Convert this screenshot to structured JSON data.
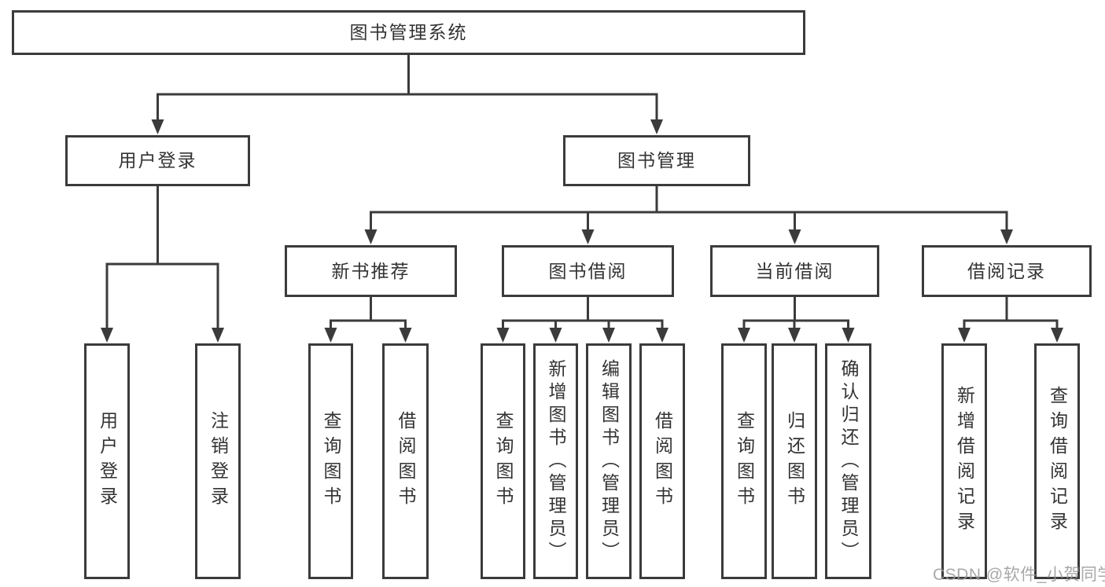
{
  "diagram": {
    "type": "hierarchy-tree",
    "title": "图书管理系统",
    "watermark": "CSDN @软件_小贺同学",
    "colors": {
      "line": "#3b3b3b",
      "text": "#333333",
      "background": "#ffffff",
      "watermark": "#9a9a9a"
    },
    "nodes": [
      {
        "id": "root",
        "label": "图书管理系统",
        "shape": "horizontal",
        "parent": null
      },
      {
        "id": "user-login",
        "label": "用户登录",
        "shape": "horizontal",
        "parent": "root"
      },
      {
        "id": "book-mgmt",
        "label": "图书管理",
        "shape": "horizontal",
        "parent": "root"
      },
      {
        "id": "new-rec",
        "label": "新书推荐",
        "shape": "horizontal",
        "parent": "book-mgmt"
      },
      {
        "id": "borrow",
        "label": "图书借阅",
        "shape": "horizontal",
        "parent": "book-mgmt"
      },
      {
        "id": "current",
        "label": "当前借阅",
        "shape": "horizontal",
        "parent": "book-mgmt"
      },
      {
        "id": "record",
        "label": "借阅记录",
        "shape": "horizontal",
        "parent": "book-mgmt"
      },
      {
        "id": "leaf-user-login",
        "label": "用户登录",
        "shape": "vertical",
        "parent": "user-login"
      },
      {
        "id": "leaf-logout",
        "label": "注销登录",
        "shape": "vertical",
        "parent": "user-login"
      },
      {
        "id": "leaf-query-book-rec",
        "label": "查询图书",
        "shape": "vertical",
        "parent": "new-rec"
      },
      {
        "id": "leaf-borrow-book-rec",
        "label": "借阅图书",
        "shape": "vertical",
        "parent": "new-rec"
      },
      {
        "id": "leaf-query-book-borrow",
        "label": "查询图书",
        "shape": "vertical",
        "parent": "borrow"
      },
      {
        "id": "leaf-add-book",
        "label": "新增图书（管理员）",
        "shape": "vertical",
        "parent": "borrow"
      },
      {
        "id": "leaf-edit-book",
        "label": "编辑图书（管理员）",
        "shape": "vertical",
        "parent": "borrow"
      },
      {
        "id": "leaf-borrow-book",
        "label": "借阅图书",
        "shape": "vertical",
        "parent": "borrow"
      },
      {
        "id": "leaf-query-book-cur",
        "label": "查询图书",
        "shape": "vertical",
        "parent": "current"
      },
      {
        "id": "leaf-return-book",
        "label": "归还图书",
        "shape": "vertical",
        "parent": "current"
      },
      {
        "id": "leaf-confirm-return",
        "label": "确认归还（管理员）",
        "shape": "vertical",
        "parent": "current"
      },
      {
        "id": "leaf-add-record",
        "label": "新增借阅记录",
        "shape": "vertical",
        "parent": "record"
      },
      {
        "id": "leaf-query-record",
        "label": "查询借阅记录",
        "shape": "vertical",
        "parent": "record"
      }
    ]
  }
}
